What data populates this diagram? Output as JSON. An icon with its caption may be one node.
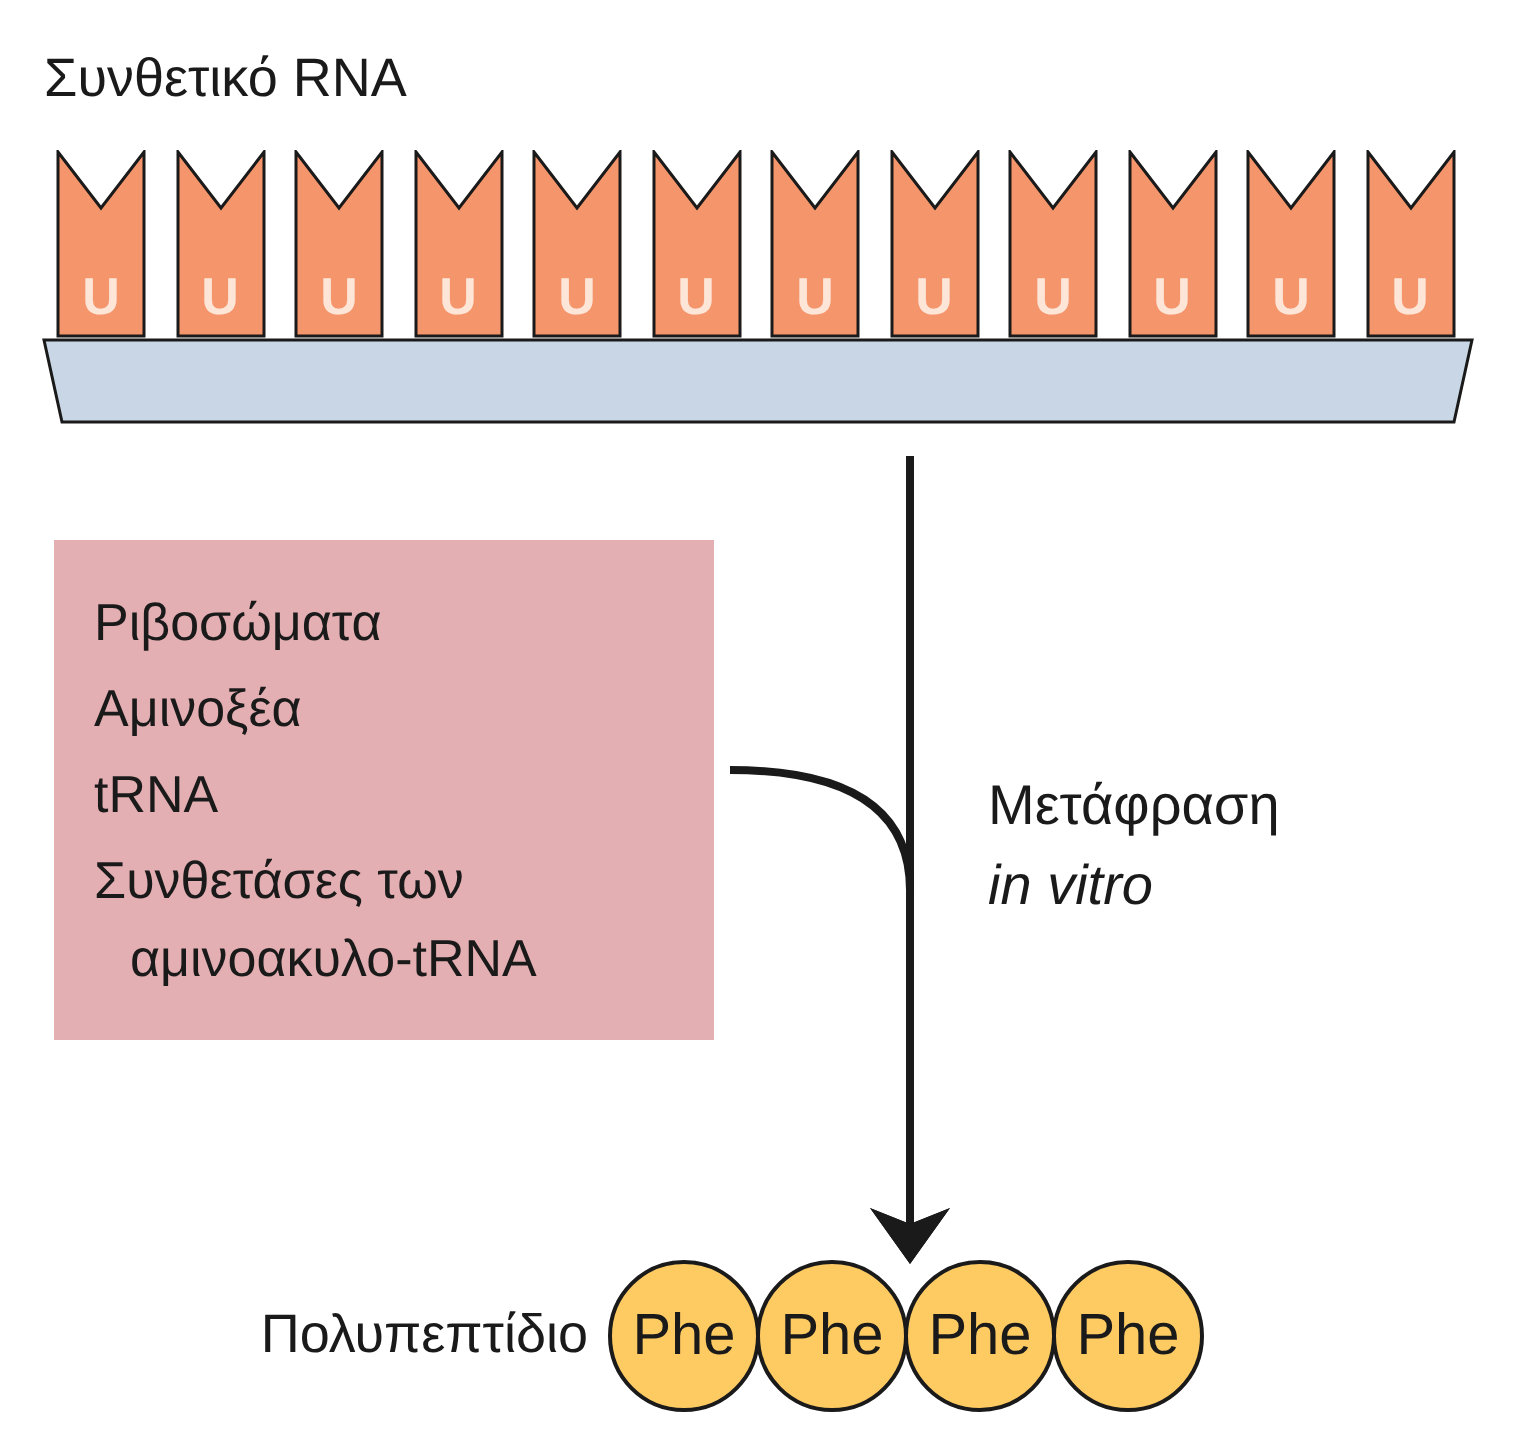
{
  "diagram": {
    "nodes": [
      {
        "text": [
          "U"
        ]
      },
      {
        "text": [
          "U"
        ]
      },
      {
        "text": [
          "U"
        ]
      },
      {
        "text": [
          "U"
        ]
      },
      {
        "text": [
          "U"
        ]
      },
      {
        "text": [
          "U"
        ]
      },
      {
        "text": [
          "U"
        ]
      },
      {
        "text": [
          "U"
        ]
      },
      {
        "text": [
          "U"
        ]
      },
      {
        "text": [
          "U"
        ]
      },
      {
        "text": [
          "U"
        ]
      },
      {
        "text": [
          "U"
        ]
      },
      {
        "text": [],
        "shape": "bar"
      },
      {
        "text": [
          "Ριβοσώματα",
          "Αμινοξέα",
          "tRNA",
          "Συνθετάσες των αμινοακυλο-tRNA"
        ]
      },
      {
        "text": [],
        "shape": "chain",
        "beside": [
          "Πολυπεπτίδιο"
        ]
      },
      {
        "text": [
          "Phe"
        ],
        "in": 14
      },
      {
        "text": [
          "Phe"
        ],
        "in": 14
      },
      {
        "text": [
          "Phe"
        ],
        "in": 14
      },
      {
        "text": [
          "Phe"
        ],
        "in": 14
      }
    ],
    "edges": [
      {
        "from": 12,
        "to": 14,
        "arrow": "to",
        "label": "Μετάφραση *in vitro*"
      },
      {
        "from": 13,
        "to": 14,
        "arrow": "to"
      }
    ],
    "labels": [
      "Συνθετικό RNA"
    ]
  }
}
